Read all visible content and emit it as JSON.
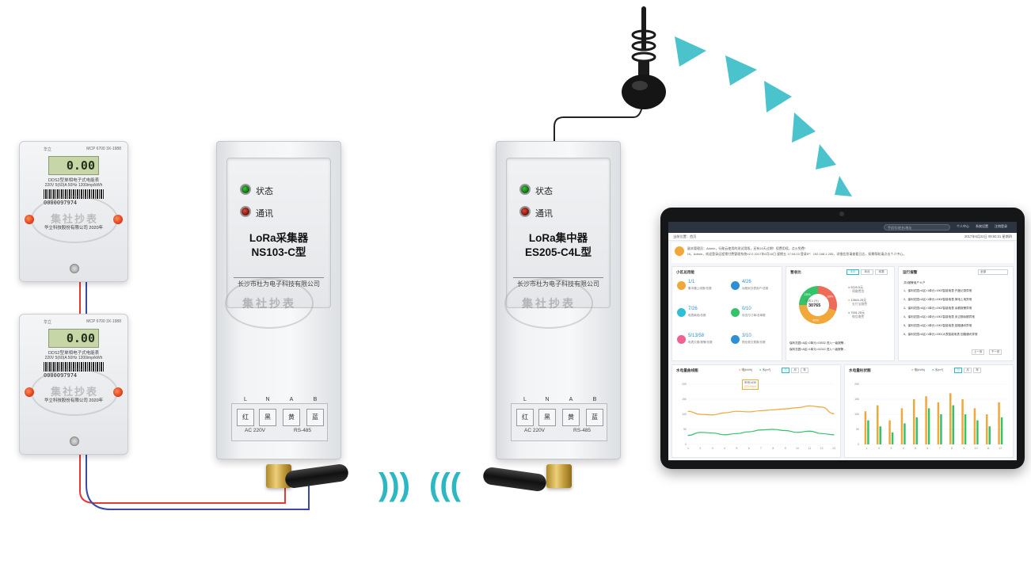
{
  "meters": [
    {
      "brand": "华立",
      "rating": "MCP 6700  3X-1988",
      "model_line": "DDS2型单相电子式电能表",
      "spec": "220V 5(60)A 50Hz 1200imp/kWh",
      "reading": "0.00",
      "serial": "0000097974",
      "maker": "华立科技股份有限公司 2020年",
      "watermark": "集社抄表"
    },
    {
      "brand": "华立",
      "rating": "MCP 6700  3X-1988",
      "model_line": "DDS2型单相电子式电能表",
      "spec": "220V 5(60)A 50Hz 1200imp/kWh",
      "reading": "0.00",
      "serial": "0000097974",
      "maker": "华立科技股份有限公司 2020年",
      "watermark": "集社抄表"
    }
  ],
  "devices": [
    {
      "lamp1": "状态",
      "lamp2": "通讯",
      "name_line1": "LoRa采集器",
      "name_line2": "NS103-C型",
      "company": "长沙市杜为电子科技有限公司",
      "watermark": "集社抄表",
      "terminals": [
        "L",
        "N",
        "A",
        "B"
      ],
      "terminal_marks": [
        "红",
        "黑",
        "黄",
        "蓝"
      ],
      "bottom_left": "AC  220V",
      "bottom_right": "RS-485"
    },
    {
      "lamp1": "状态",
      "lamp2": "通讯",
      "name_line1": "LoRa集中器",
      "name_line2": "ES205-C4L型",
      "company": "长沙市杜为电子科技有限公司",
      "watermark": "集社抄表",
      "terminals": [
        "L",
        "N",
        "A",
        "B"
      ],
      "terminal_marks": [
        "红",
        "黑",
        "黄",
        "蓝"
      ],
      "bottom_left": "AC  220V",
      "bottom_right": "RS-485"
    }
  ],
  "tablet": {
    "search_placeholder": "手机号/姓名/地址",
    "menu": [
      "个人中心",
      "系统设置",
      "注销登录"
    ],
    "breadcrumb": "当前位置：首页",
    "datetime": "2017年6月22日  09:50:21  星期四",
    "welcome_line1": "副本管理员：Admin，衍能云使用的测试用版，还有15天过期！续费用续，点火免费！",
    "welcome_line2": "Hi，Admin，欢迎登录远程预付费管理系统V2.0   2017年6月16日  星期五  17:04:23   登录IP：192.168.1.255，详细信息请查看日志，如需帮助请点击个人中心。",
    "quick_title": "小区总用能",
    "quick_items": [
      {
        "num": "1/1",
        "text": "集中器上线数/总数",
        "color": "#f2a73b"
      },
      {
        "num": "4/26",
        "text": "远程未抄表用户/总数",
        "color": "#2d8fd5"
      },
      {
        "num": "7/26",
        "text": "电表离线/总数",
        "color": "#2dbfd5"
      },
      {
        "num": "0/10",
        "text": "待支付订单/总单数",
        "color": "#34c36b"
      },
      {
        "num": "5/13/58",
        "text": "电表欠费/报警/总数",
        "color": "#f06292"
      },
      {
        "num": "3/10",
        "text": "物业费欠费数/总数",
        "color": "#2d8fd5"
      }
    ],
    "donut_title": "营收比",
    "donut_tabs": [
      "本年",
      "本月",
      "本周"
    ],
    "donut_center_label": "总收入(元)",
    "donut_center_value": "30765",
    "donut_legend": [
      {
        "value": "9229.5元",
        "text": "预缴费用",
        "color": "#f06a5a"
      },
      {
        "value": "13844.25元",
        "text": "支付宝缴费",
        "color": "#f2a73b"
      },
      {
        "value": "7691.25元",
        "text": "微信缴费",
        "color": "#34c36b"
      }
    ],
    "donut_slices": [
      {
        "label": "30%",
        "value": 30,
        "color": "#f06a5a"
      },
      {
        "label": "45%",
        "value": 45,
        "color": "#f2a73b"
      },
      {
        "label": "25%",
        "value": 25,
        "color": "#34c36b"
      }
    ],
    "recent_rows": [
      "保利花园>A区>2单元>15032 进入一级报警...",
      "保利花园>A区>1单元>11012 进入一级报警..."
    ],
    "alarm_title": "运行报警",
    "alarm_select": "全部",
    "alarm_summary": "共5报警用户 6 户",
    "alarms": [
      "1、保利花园>A区>1单元>1903智能电表 开盖记录异常",
      "2、保利花园>A区>1单元>1904智能电表 掉电上电异常",
      "3、保利花园>A区>1单元>1902智能电表 余额报警异常",
      "4、保利花园>A区>1单元>1901智能电表 未过期余额异常",
      "5、保利花园>A区>1单元>1901智能电表 回路通讯异常",
      "6、保利花园>A区>1单元>1901大表智能电表 回路通讯异常"
    ],
    "prev_btn": "上一页",
    "next_btn": "下一页",
    "line_title": "水电量曲线图",
    "bar_title": "水电量柱状图",
    "series_names": [
      "电(kWh)",
      "水(m³)"
    ],
    "period_tabs": [
      "日",
      "月",
      "年"
    ],
    "tooltip_date": "年份1430",
    "tooltip_value": "220 Kw/h",
    "y_ticks": [
      "200",
      "150",
      "100",
      "50",
      "0"
    ]
  },
  "chart_data": [
    {
      "type": "line",
      "title": "水电量曲线图",
      "x": [
        1,
        2,
        3,
        4,
        5,
        6,
        7,
        8,
        9,
        10,
        11,
        12,
        13
      ],
      "ylim": [
        0,
        200
      ],
      "series": [
        {
          "name": "电(kWh)",
          "values": [
            110,
            100,
            98,
            105,
            110,
            108,
            112,
            115,
            118,
            122,
            128,
            124,
            102
          ]
        },
        {
          "name": "水(m³)",
          "values": [
            30,
            40,
            38,
            32,
            36,
            42,
            48,
            50,
            46,
            40,
            44,
            36,
            32
          ]
        }
      ]
    },
    {
      "type": "bar",
      "title": "水电量柱状图",
      "categories": [
        1,
        2,
        3,
        4,
        5,
        6,
        7,
        8,
        9,
        10,
        11,
        12
      ],
      "ylim": [
        0,
        200
      ],
      "series": [
        {
          "name": "电(kWh)",
          "values": [
            110,
            130,
            80,
            120,
            150,
            160,
            140,
            170,
            150,
            120,
            100,
            140
          ]
        },
        {
          "name": "水(m³)",
          "values": [
            80,
            60,
            40,
            70,
            90,
            120,
            100,
            130,
            100,
            80,
            60,
            90
          ]
        }
      ]
    }
  ],
  "colors": {
    "signal": "#2bb8c3",
    "wire_red": "#e53935",
    "wire_blue": "#3949ab",
    "accent_orange": "#f2a73b",
    "accent_green": "#34c36b"
  }
}
